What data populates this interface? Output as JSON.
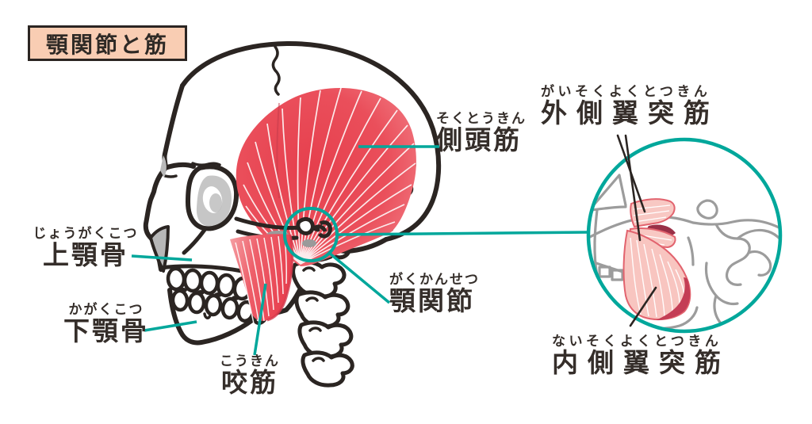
{
  "title": {
    "text": "顎関節と筋"
  },
  "labels": {
    "temporalis": {
      "furigana": "そくとうきん",
      "kanji": "側頭筋"
    },
    "jaw_joint": {
      "furigana": "がくかんせつ",
      "kanji": "顎関節"
    },
    "masseter": {
      "furigana": "こうきん",
      "kanji": "咬筋"
    },
    "maxilla": {
      "furigana": "じょうがくこつ",
      "kanji": "上顎骨"
    },
    "mandible": {
      "furigana": "かがくこつ",
      "kanji": "下顎骨"
    },
    "lateral_pterygoid": {
      "furigana": "がいそくよくとつきん",
      "kanji": "外側翼突筋"
    },
    "medial_pterygoid": {
      "furigana": "ないそくよくとつきん",
      "kanji": "内側翼突筋"
    }
  },
  "colors": {
    "accent_teal": "#00a79b",
    "muscle_red": "#e9434f",
    "muscle_pink_light": "#f8c5c0",
    "muscle_pink_outline": "#e2636e",
    "title_background": "#f9cdb3",
    "outline_dark": "#2b2522",
    "sketch_gray": "#9c9c9c"
  }
}
